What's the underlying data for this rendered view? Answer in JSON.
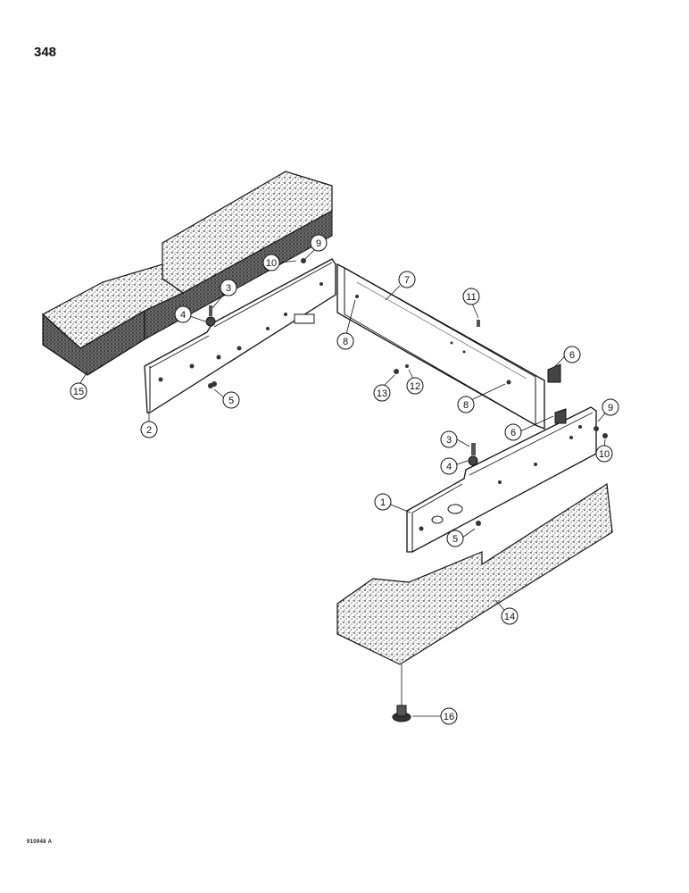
{
  "page": {
    "number": "348",
    "figure_code": "910948 A"
  },
  "callouts": [
    {
      "label": "1"
    },
    {
      "label": "2"
    },
    {
      "label": "3"
    },
    {
      "label": "4"
    },
    {
      "label": "5"
    },
    {
      "label": "3"
    },
    {
      "label": "4"
    },
    {
      "label": "5"
    },
    {
      "label": "6"
    },
    {
      "label": "6"
    },
    {
      "label": "7"
    },
    {
      "label": "8"
    },
    {
      "label": "8"
    },
    {
      "label": "9"
    },
    {
      "label": "10"
    },
    {
      "label": "9"
    },
    {
      "label": "10"
    },
    {
      "label": "11"
    },
    {
      "label": "12"
    },
    {
      "label": "13"
    },
    {
      "label": "14"
    },
    {
      "label": "15"
    },
    {
      "label": "16"
    }
  ]
}
